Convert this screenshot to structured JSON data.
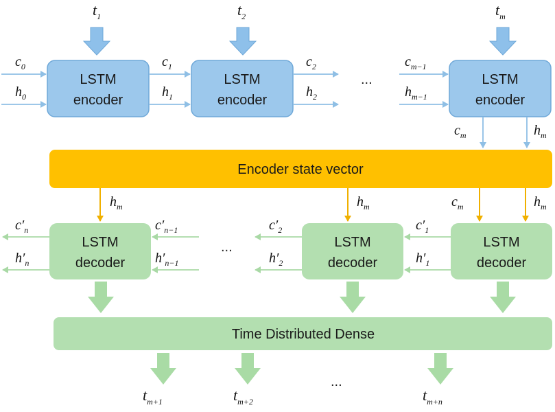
{
  "colors": {
    "encoder_fill": "#9cc8ec",
    "encoder_stroke": "#6fa8d8",
    "encoder_arrow": "#8ec0ea",
    "state_vector": "#ffc000",
    "state_arrow": "#f0b000",
    "decoder_fill": "#b3dfb0",
    "decoder_arrow": "#a9dba5",
    "blue_line": "#8fbfe5",
    "green_line": "#a9d9a5"
  },
  "encoders": [
    {
      "line1": "LSTM",
      "line2": "encoder"
    },
    {
      "line1": "LSTM",
      "line2": "encoder"
    },
    {
      "line1": "LSTM",
      "line2": "encoder"
    }
  ],
  "decoders": [
    {
      "line1": "LSTM",
      "line2": "decoder"
    },
    {
      "line1": "LSTM",
      "line2": "decoder"
    },
    {
      "line1": "LSTM",
      "line2": "decoder"
    }
  ],
  "state_vector_label": "Encoder state vector",
  "dense_label": "Time Distributed Dense",
  "ellipsis": "...",
  "inputs": [
    {
      "base": "t",
      "sub": "1"
    },
    {
      "base": "t",
      "sub": "2"
    },
    {
      "base": "t",
      "sub": "m"
    }
  ],
  "outputs": [
    {
      "base": "t",
      "sub": "m+1"
    },
    {
      "base": "t",
      "sub": "m+2"
    },
    {
      "base": "t",
      "sub": "m+n"
    }
  ],
  "encoder_states": {
    "c0": {
      "base": "c",
      "sub": "0"
    },
    "h0": {
      "base": "h",
      "sub": "0"
    },
    "c1": {
      "base": "c",
      "sub": "1"
    },
    "h1": {
      "base": "h",
      "sub": "1"
    },
    "c2": {
      "base": "c",
      "sub": "2"
    },
    "h2": {
      "base": "h",
      "sub": "2"
    },
    "cm1": {
      "base": "c",
      "sub": "m−1"
    },
    "hm1": {
      "base": "h",
      "sub": "m−1"
    },
    "cm": {
      "base": "c",
      "sub": "m"
    },
    "hm": {
      "base": "h",
      "sub": "m"
    }
  },
  "decoder_states": {
    "hm_left": {
      "base": "h",
      "sub": "m"
    },
    "hm_mid": {
      "base": "h",
      "sub": "m"
    },
    "cm_right": {
      "base": "c",
      "sub": "m"
    },
    "hm_right": {
      "base": "h",
      "sub": "m"
    },
    "cn": {
      "base": "c′",
      "sub": "n"
    },
    "hn": {
      "base": "h′",
      "sub": "n"
    },
    "cn1": {
      "base": "c′",
      "sub": "n−1"
    },
    "hn1": {
      "base": "h′",
      "sub": "n−1"
    },
    "c2p": {
      "base": "c′",
      "sub": "2"
    },
    "h2p": {
      "base": "h′",
      "sub": "2"
    },
    "c1p": {
      "base": "c′",
      "sub": "1"
    },
    "h1p": {
      "base": "h′",
      "sub": "1"
    }
  }
}
